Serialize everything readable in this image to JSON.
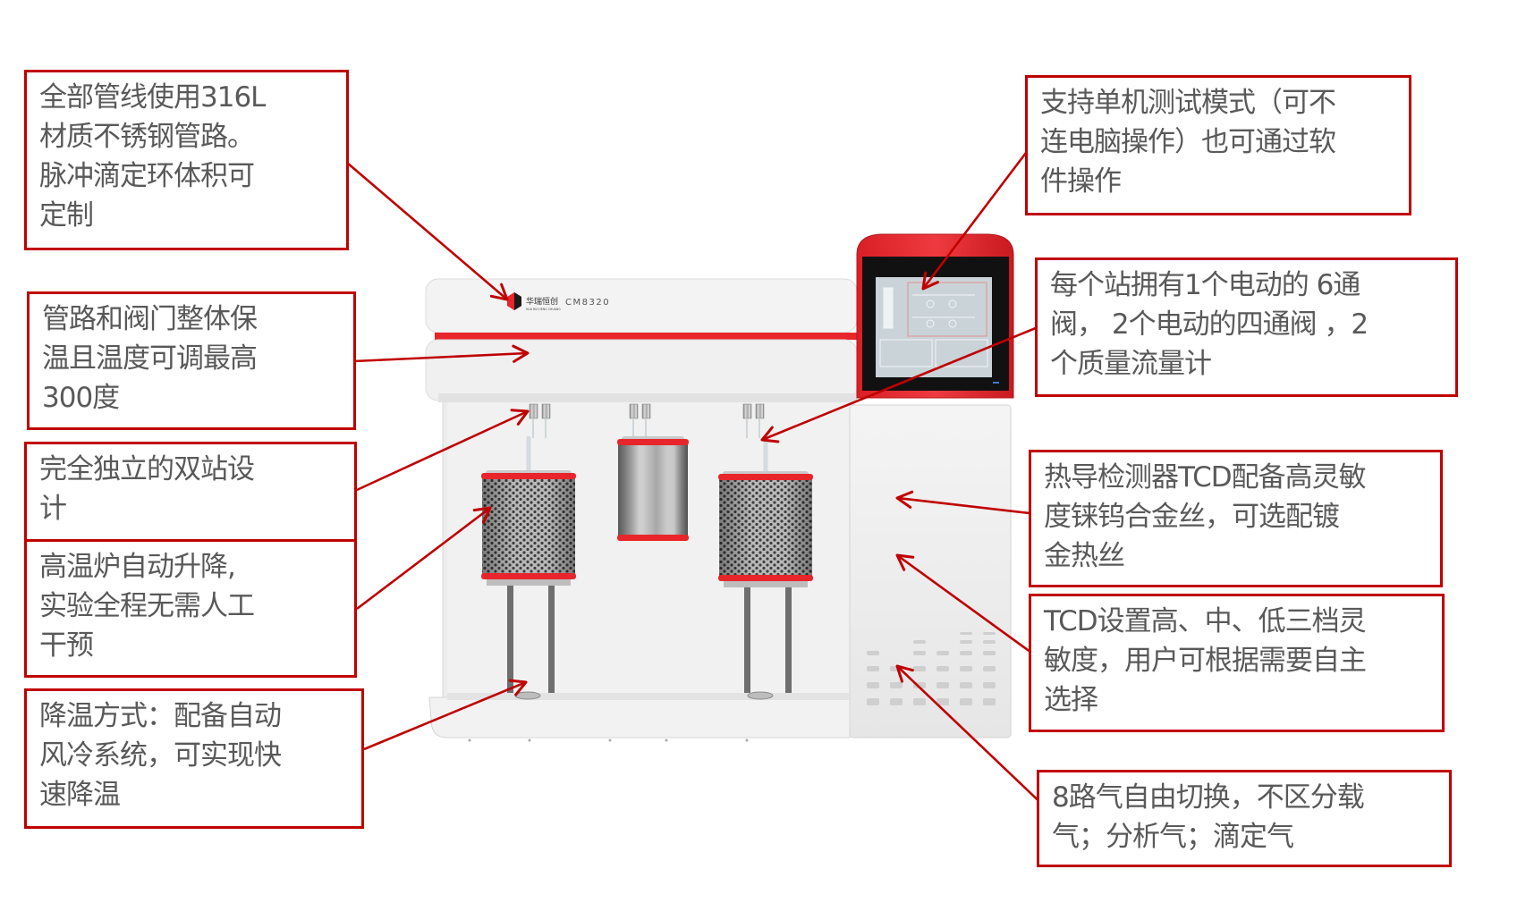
{
  "figure": {
    "title": "CM8320 化学吸附仪 产品特性说明图",
    "accent_color": "#c00000",
    "text_color": "#595959"
  },
  "machine": {
    "brand_cn": "华瑞恒创",
    "brand_en": "HUA RUI HENG CHUANG",
    "model": "CM8320",
    "body_color": "#efefef",
    "trim_color": "#e8252b"
  },
  "callouts": [
    {
      "id": "pipeline-material",
      "lines": [
        "全部管线使用316L",
        "材质不锈钢管路。",
        "脉冲滴定环体积可",
        "定制"
      ]
    },
    {
      "id": "insulation-temp",
      "lines": [
        "管路和阀门整体保",
        "温且温度可调最高",
        "300度"
      ]
    },
    {
      "id": "dual-station",
      "lines": [
        "完全独立的双站设",
        "计"
      ]
    },
    {
      "id": "furnace-lift",
      "lines": [
        "高温炉自动升降,",
        "实验全程无需人工",
        "干预"
      ]
    },
    {
      "id": "cooling",
      "lines": [
        "降温方式：配备自动",
        "风冷系统，可实现快",
        "速降温"
      ]
    },
    {
      "id": "standalone-mode",
      "lines": [
        "支持单机测试模式（可不",
        "连电脑操作）也可通过软",
        "件操作"
      ]
    },
    {
      "id": "valves-flowmeters",
      "lines": [
        "每个站拥有1个电动的 6通",
        "阀， 2个电动的四通阀 ，2",
        "个质量流量计"
      ]
    },
    {
      "id": "tcd-filament",
      "lines": [
        "热导检测器TCD配备高灵敏",
        "度铼钨合金丝，可选配镀",
        "金热丝"
      ]
    },
    {
      "id": "tcd-sensitivity",
      "lines": [
        "TCD设置高、中、低三档灵",
        "敏度，用户可根据需要自主",
        "选择"
      ]
    },
    {
      "id": "gas-switching",
      "lines": [
        "8路气自由切换，不区分载",
        "气；分析气；滴定气"
      ]
    }
  ]
}
